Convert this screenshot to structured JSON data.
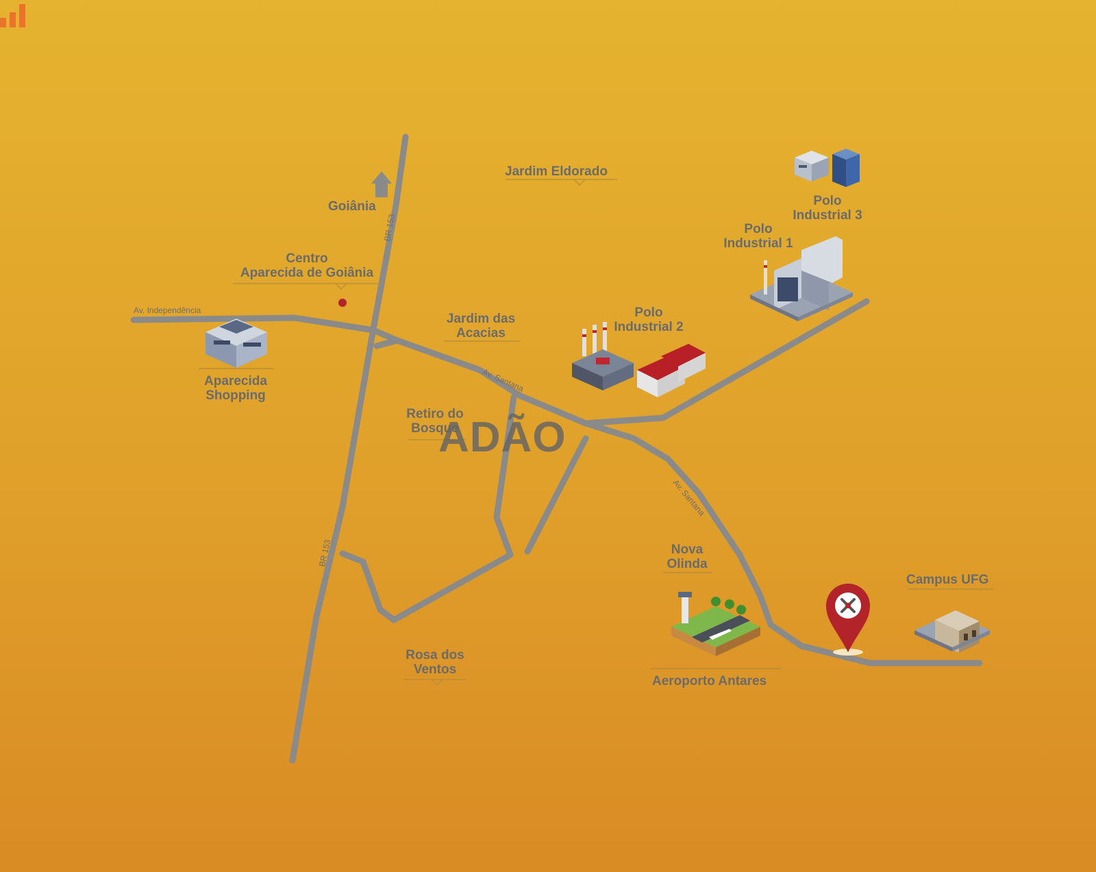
{
  "map": {
    "background_top": "#e5b32f",
    "background_bottom": "#d98b24",
    "road_color": "#8a8a8a",
    "label_color": "#6b6b6b",
    "pin_color": "#b3232a"
  },
  "places": {
    "goiania": "Goiânia",
    "jardim_eldorado": "Jardim Eldorado",
    "centro": [
      "Centro",
      "Aparecida de Goiânia"
    ],
    "aparecida_shopping": [
      "Aparecida",
      "Shopping"
    ],
    "jardim_das_acacias": [
      "Jardim das",
      "Acacias"
    ],
    "polo_industrial_2": [
      "Polo",
      "Industrial 2"
    ],
    "polo_industrial_1": [
      "Polo",
      "Industrial 1"
    ],
    "polo_industrial_3": [
      "Polo",
      "Industrial 3"
    ],
    "retiro_do_bosque": [
      "Retiro do",
      "Bosque"
    ],
    "nova_olinda": [
      "Nova",
      "Olinda"
    ],
    "campus_ufg": "Campus UFG",
    "rosa_dos_ventos": [
      "Rosa dos",
      "Ventos"
    ],
    "aeroporto_antares": "Aeroporto Antares"
  },
  "roads": {
    "br153_top": "BR 153",
    "br153_bottom": "BR 153",
    "av_independencia": "Av. Independência",
    "av_santana_1": "Av. Santana",
    "av_santana_2": "Av. Santana"
  },
  "brand": {
    "logo_text": "ADÃO",
    "accent": "#e8742a"
  },
  "icons": {
    "location_pin": "location-pin-icon",
    "direction_arrow": "arrow-up-icon"
  }
}
